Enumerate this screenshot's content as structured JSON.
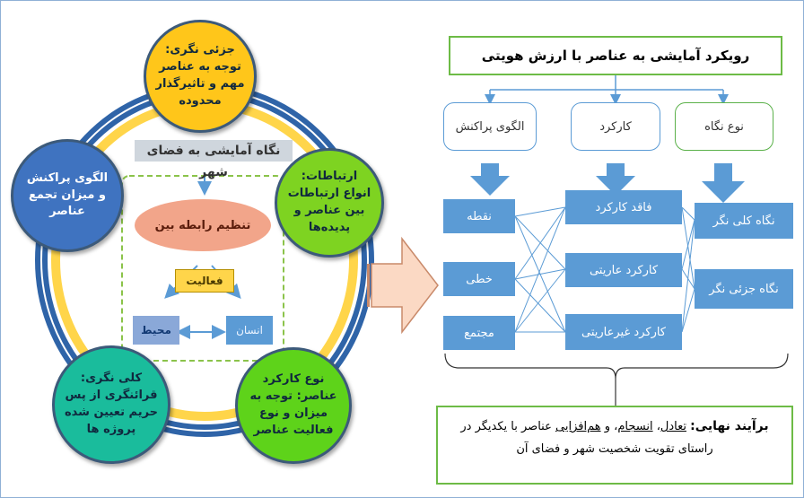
{
  "left": {
    "circle_top": "جزئی نگری: توجه به عناصر مهم و تاثیرگذار محدوده",
    "circle_left": "الگوی پراکنش و میزان تجمع عناصر",
    "circle_right": "ارتباطات: انواع ارتباطات بین عناصر و پدیده‌ها",
    "circle_bottom_left": "کلی نگری: قرائنگری از پس حریم تعیین شده پروژه ها",
    "circle_bottom_right": "نوع کارکرد عناصر: توجه به میزان و نوع فعالیت عناصر",
    "band": "نگاه آمایشی به فضای شهر",
    "ellipse": "تنظیم رابطه بین",
    "activity": "فعالیت",
    "environment": "محیط",
    "human": "انسان",
    "colors": {
      "yellow": "#ffc61a",
      "blue": "#3f73c0",
      "green": "#7ed321",
      "teal": "#1abc9c"
    }
  },
  "right": {
    "title": "رویکرد آمایشی به عناصر با ارزش هویتی",
    "categories": [
      "الگوی پراکنش",
      "کارکرد",
      "نوع نگاه"
    ],
    "pattern_items": [
      "نقطه",
      "خطی",
      "مجتمع"
    ],
    "function_items": [
      "فاقد کارکرد",
      "کارکرد عاریتی",
      "کارکرد غیرعاریتی"
    ],
    "view_items": [
      "نگاه کلی نگر",
      "نگاه جزئی نگر"
    ],
    "final": {
      "bold": "برآیند نهایی:",
      "w1": "تعادل",
      "sep1": "، ",
      "w2": "انسجام",
      "sep2": "، و ",
      "w3": "هم‌افزایی",
      "rest": " عناصر با یکدیگر در",
      "line2": "راستای تقویت شخصیت شهر و فضای آن"
    },
    "colors": {
      "box": "#5b9bd5",
      "border": "#6dbb46"
    }
  }
}
